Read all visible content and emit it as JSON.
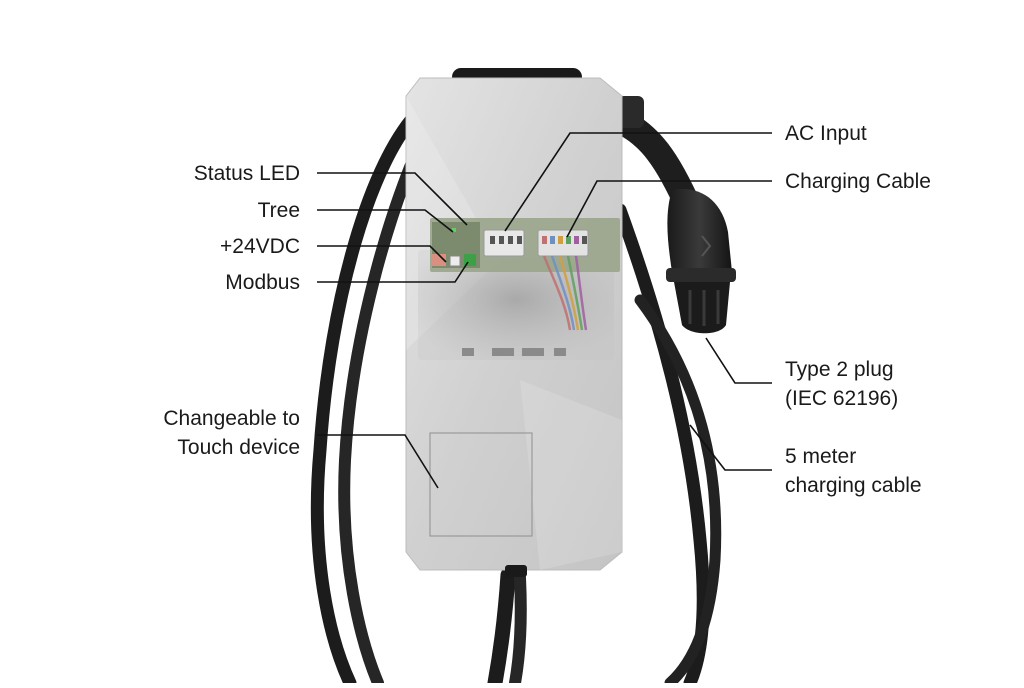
{
  "labels": {
    "status_led": "Status LED",
    "tree": "Tree",
    "vdc": "+24VDC",
    "modbus": "Modbus",
    "touch_line1": "Changeable to",
    "touch_line2": "Touch device",
    "ac_input": "AC Input",
    "charging_cable": "Charging Cable",
    "type2_line1": "Type 2 plug",
    "type2_line2": "(IEC 62196)",
    "meter_line1": "5 meter",
    "meter_line2": "charging cable"
  },
  "colors": {
    "housing": "#d2d2d2",
    "cable": "#1c1c1c",
    "callout_line": "#111111",
    "text": "#1a1a1a"
  }
}
